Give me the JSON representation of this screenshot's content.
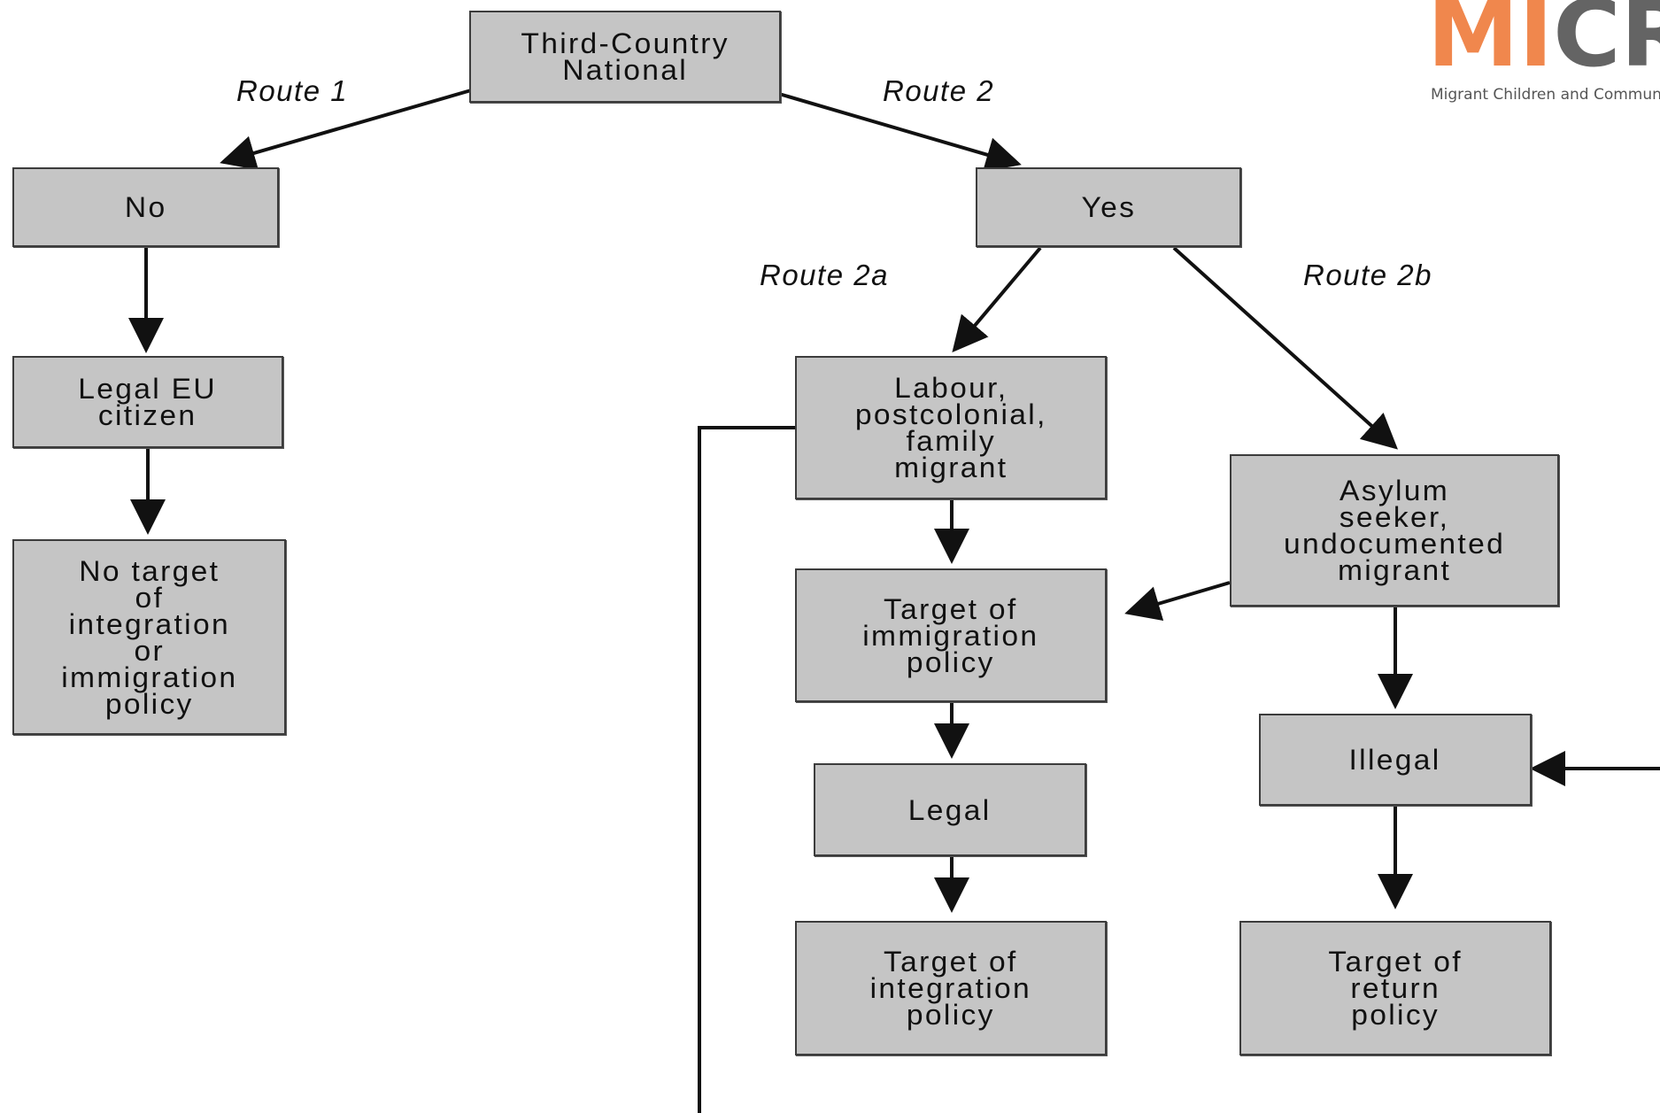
{
  "colors": {
    "box_fill": "#c5c5c5",
    "box_border": "#3c3c3c",
    "line": "#111111",
    "logo_orange": "#f0874d",
    "logo_grey": "#646464"
  },
  "logo": {
    "mark_m": "MI",
    "mark_cr": "CR",
    "tagline": "Migrant Children and Communit"
  },
  "routes": {
    "route1": "Route 1",
    "route2": "Route 2",
    "route2a": "Route 2a",
    "route2b": "Route 2b"
  },
  "nodes": {
    "third_country": "Third-Country\nNational",
    "no": "No",
    "yes": "Yes",
    "legal_eu": "Legal EU\ncitizen",
    "no_target": "No target\nof\nintegration\nor\nimmigration\npolicy",
    "labour": "Labour,\npostcolonial,\nfamily\nmigrant",
    "asylum": "Asylum\nseeker,\nundocumented\nmigrant",
    "target_immigration": "Target of\nimmigration\npolicy",
    "illegal": "Illegal",
    "legal": "Legal",
    "target_integration": "Target of\nintegration\npolicy",
    "target_return": "Target of\nreturn\npolicy"
  }
}
